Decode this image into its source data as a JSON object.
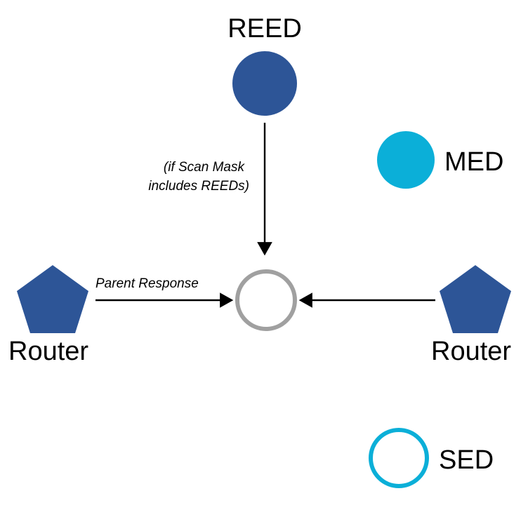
{
  "diagram": {
    "title": "REED / MED / SED router response diagram",
    "background": "#ffffff",
    "colors": {
      "reed_blue": "#2d5597",
      "med_cyan": "#0bafd8",
      "sed_cyan": "#0bafd8",
      "router_blue": "#2d5597",
      "center_gray": "#a0a0a0",
      "arrow_black": "#000000",
      "text_black": "#000000"
    },
    "nodes": [
      {
        "id": "reed",
        "label": "REED",
        "shape": "filled-circle",
        "color": "#2d5597",
        "label_position": "above"
      },
      {
        "id": "med",
        "label": "MED",
        "shape": "filled-circle",
        "color": "#0bafd8",
        "label_position": "right"
      },
      {
        "id": "center",
        "label": "",
        "shape": "hollow-circle",
        "color": "#a0a0a0",
        "label_position": "none"
      },
      {
        "id": "router-left",
        "label": "Router",
        "shape": "pentagon",
        "color": "#2d5597",
        "label_position": "below"
      },
      {
        "id": "router-right",
        "label": "Router",
        "shape": "pentagon",
        "color": "#2d5597",
        "label_position": "below"
      },
      {
        "id": "sed",
        "label": "SED",
        "shape": "hollow-circle",
        "color": "#0bafd8",
        "label_position": "right"
      }
    ],
    "edges": [
      {
        "id": "reed-to-center",
        "from": "reed",
        "to": "center",
        "direction": "down",
        "label_line1": "(if Scan Mask",
        "label_line2": "includes REEDs)"
      },
      {
        "id": "router-left-to-center",
        "from": "router-left",
        "to": "center",
        "direction": "right",
        "label": "Parent Response"
      },
      {
        "id": "router-right-to-center",
        "from": "router-right",
        "to": "center",
        "direction": "left",
        "label": ""
      }
    ]
  }
}
